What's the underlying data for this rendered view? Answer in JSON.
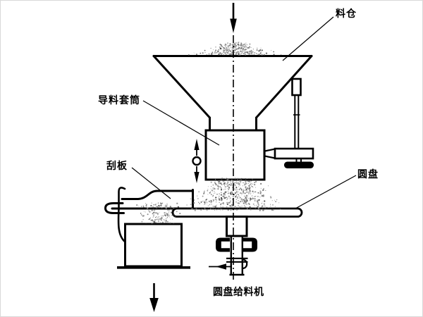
{
  "diagram": {
    "caption": "圆盘给料机",
    "labels": {
      "hopper": "料仓",
      "guide_sleeve": "导料套筒",
      "scraper": "刮板",
      "disc": "圆盘"
    },
    "colors": {
      "line": "#000000",
      "background": "#ffffff",
      "speckle": "#6e6e6e"
    }
  }
}
